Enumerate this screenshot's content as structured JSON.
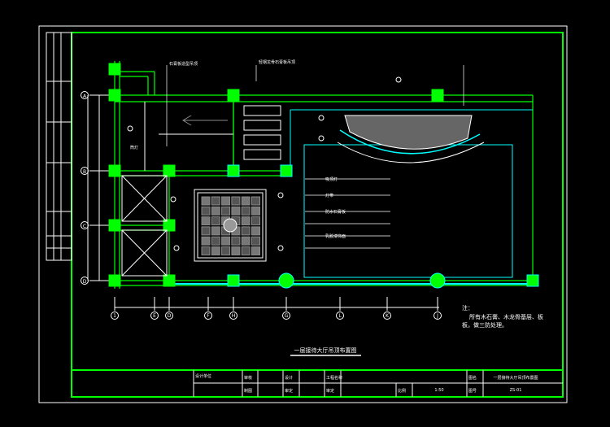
{
  "drawing": {
    "title": "一层接待大厅吊顶布置图",
    "notes_heading": "注：",
    "notes_line1": "所有木石膏、木龙骨基层、板",
    "notes_line2": "板，做三防处理。",
    "row_axes": [
      "A",
      "B",
      "C",
      "D"
    ],
    "column_axes": [
      "1",
      "E",
      "D",
      "F",
      "H",
      "G",
      "L",
      "K",
      "J"
    ],
    "annotations": [
      "石膏板造型吊顶",
      "轻钢龙骨石膏板吊顶",
      "筒灯",
      "吸顶灯",
      "灯带",
      "防水石膏板",
      "乳胶漆饰面"
    ]
  },
  "title_block": {
    "company": "设计单位",
    "project_label": "工程名称",
    "drawn_label": "设计",
    "checked_label": "审核",
    "approved_label": "审定",
    "design_label": "制图",
    "scale_label": "比例",
    "scale_value": "1:50",
    "sheet_title_label": "图名",
    "sheet_title": "一层接待大厅吊顶布置图",
    "number_label": "图号",
    "number_value": "ZS-01"
  },
  "colors": {
    "green": "#00ff00",
    "cyan": "#00ffff",
    "white": "#ffffff",
    "grey": "#808080"
  }
}
